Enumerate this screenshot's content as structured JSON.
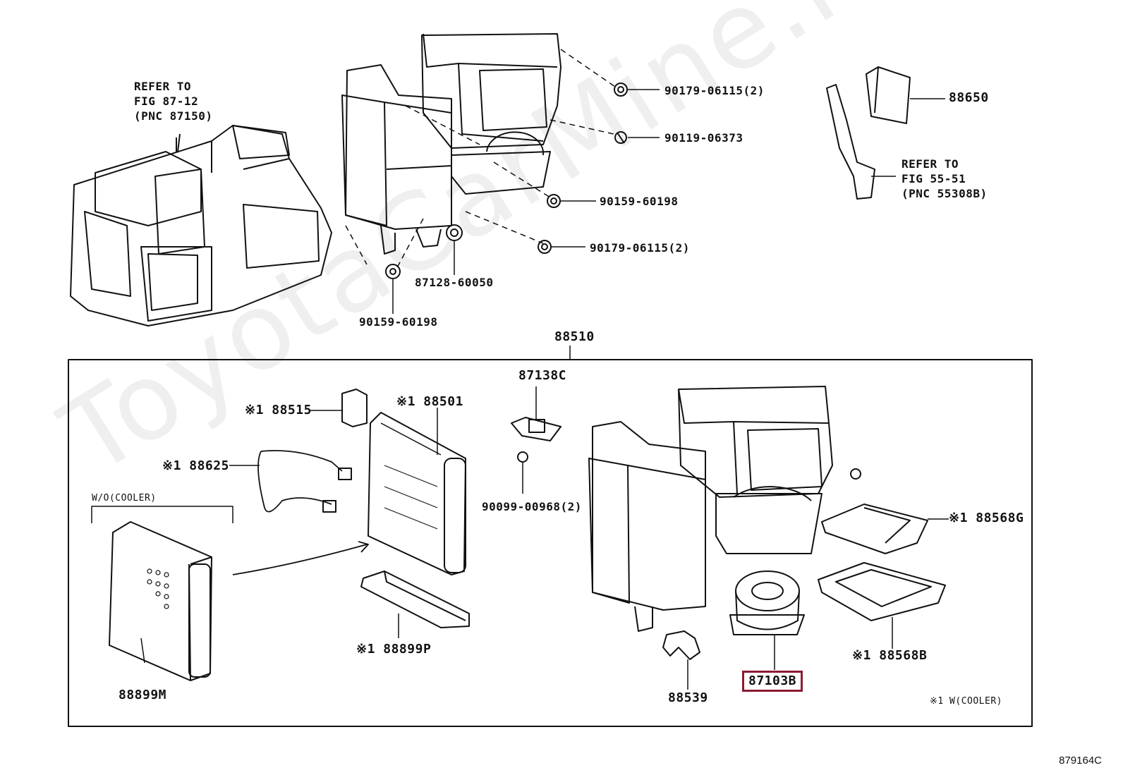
{
  "watermark": "ToyotaCarMine.ru",
  "diagram_id": "879164C",
  "accent_color": "#8c1b34",
  "top_refer_left": [
    "REFER TO",
    "FIG 87-12",
    "(PNC 87150)"
  ],
  "top_refer_right": [
    "REFER TO",
    "FIG 55-51",
    "(PNC 55308B)"
  ],
  "top_parts": [
    {
      "id": "p90179a",
      "text": "90179-06115(2)"
    },
    {
      "id": "p90119",
      "text": "90119-06373"
    },
    {
      "id": "p90159a",
      "text": "90159-60198"
    },
    {
      "id": "p90179b",
      "text": "90179-06115(2)"
    },
    {
      "id": "p87128",
      "text": "87128-60050"
    },
    {
      "id": "p90159b",
      "text": "90159-60198"
    },
    {
      "id": "p88650",
      "text": "88650"
    }
  ],
  "assembly_label": "88510",
  "wo_cooler": "W/O(COOLER)",
  "box_parts": [
    {
      "id": "p88515",
      "text": "※1 88515"
    },
    {
      "id": "p88501",
      "text": "※1 88501"
    },
    {
      "id": "p88625",
      "text": "※1 88625"
    },
    {
      "id": "p87138",
      "text": "87138C"
    },
    {
      "id": "p90099",
      "text": "90099-00968(2)"
    },
    {
      "id": "p88568g",
      "text": "※1 88568G"
    },
    {
      "id": "p88899p",
      "text": "※1 88899P"
    },
    {
      "id": "p88899m",
      "text": "88899M"
    },
    {
      "id": "p88539",
      "text": "88539"
    },
    {
      "id": "p87103b",
      "text": "87103B"
    },
    {
      "id": "p88568b",
      "text": "※1 88568B"
    }
  ],
  "legend": "※1 W(COOLER)"
}
